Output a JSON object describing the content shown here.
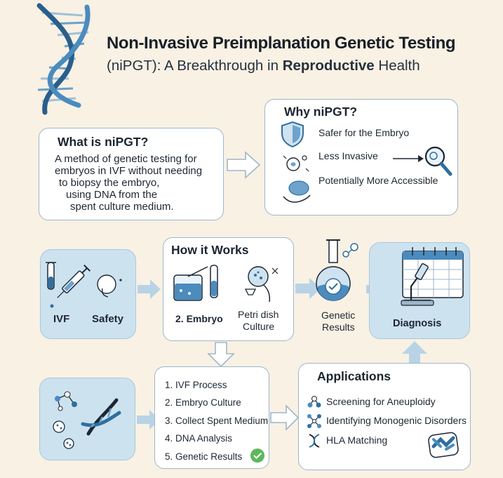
{
  "header": {
    "title": "Non-Invasive Preimplanation Genetic Testing",
    "subtitle_prefix": "(niPGT): A Breakthrough in ",
    "subtitle_bold": "Reproductive",
    "subtitle_suffix": " Health"
  },
  "what_is": {
    "heading": "What is niPGT?",
    "lines": [
      "A method of genetic testing for",
      "embryos in IVF without needing",
      "to biopsy the embryo,",
      "using DNA from the",
      "spent culture medium."
    ]
  },
  "why": {
    "heading": "Why niPGT?",
    "items": [
      "Safer for the Embryo",
      "Less Invasive",
      "Potentially More Accessible"
    ]
  },
  "ivf_panel": {
    "label_ivf": "IVF",
    "label_safety": "Safety"
  },
  "how_it_works": {
    "heading": "How it Works",
    "label_embryo": "2. Embryo",
    "label_petri_1": "Petri dish",
    "label_petri_2": "Culture"
  },
  "genetic_results": {
    "line1": "Genetic",
    "line2": "Results"
  },
  "diagnosis": {
    "label": "Diagnosis"
  },
  "steps": [
    "1. IVF Process",
    "2. Embryo Culture",
    "3. Collect Spent Medium",
    "4. DNA Analysis",
    "5. Genetic Results"
  ],
  "applications": {
    "heading": "Applications",
    "items": [
      "Screening for Aneuploidy",
      "Identifying Monogenic Disorders",
      "HLA Matching"
    ]
  },
  "colors": {
    "background": "#f8f1e4",
    "card_border": "#9fb6c8",
    "panel_blue": "#cde2ef",
    "arrow_blue": "#b9d3e6",
    "accent_blue": "#2f6f9f",
    "check_green": "#5cb85c"
  }
}
